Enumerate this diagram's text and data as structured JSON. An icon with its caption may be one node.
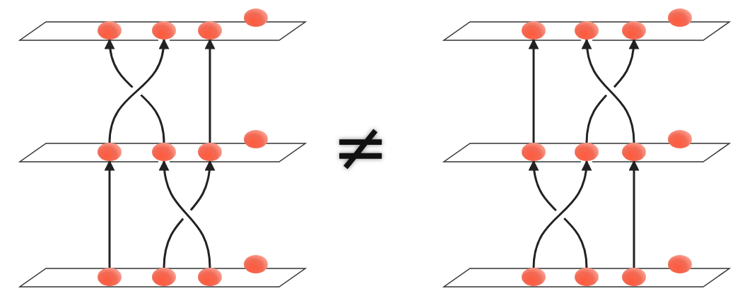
{
  "diagram": {
    "nodes": [
      {
        "text": [],
        "shape": "circle"
      },
      {
        "text": [],
        "shape": "circle"
      },
      {
        "text": [],
        "shape": "circle"
      },
      {
        "text": [],
        "shape": "circle"
      },
      {
        "text": [],
        "shape": "circle"
      },
      {
        "text": [],
        "shape": "circle"
      },
      {
        "text": [],
        "shape": "circle"
      },
      {
        "text": [],
        "shape": "circle"
      },
      {
        "text": [],
        "shape": "circle"
      },
      {
        "text": [],
        "shape": "circle"
      },
      {
        "text": [],
        "shape": "circle"
      },
      {
        "text": [],
        "shape": "circle"
      },
      {
        "text": [],
        "shape": "circle"
      },
      {
        "text": [],
        "shape": "circle"
      },
      {
        "text": [],
        "shape": "circle"
      },
      {
        "text": [],
        "shape": "circle"
      },
      {
        "text": [],
        "shape": "circle"
      },
      {
        "text": [],
        "shape": "circle"
      },
      {
        "text": [],
        "shape": "circle"
      },
      {
        "text": [],
        "shape": "circle"
      },
      {
        "text": [],
        "shape": "circle"
      },
      {
        "text": [],
        "shape": "circle"
      },
      {
        "text": [],
        "shape": "circle"
      },
      {
        "text": [],
        "shape": "circle"
      }
    ],
    "edges": [
      {
        "from": 8,
        "to": 4,
        "arrow": "to"
      },
      {
        "from": 10,
        "to": 5,
        "arrow": "to"
      },
      {
        "from": 9,
        "to": 6,
        "arrow": "to"
      },
      {
        "from": 4,
        "to": 1,
        "arrow": "to"
      },
      {
        "from": 5,
        "to": 0,
        "arrow": "to"
      },
      {
        "from": 6,
        "to": 2,
        "arrow": "to"
      },
      {
        "from": 20,
        "to": 17,
        "arrow": "to"
      },
      {
        "from": 21,
        "to": 16,
        "arrow": "to"
      },
      {
        "from": 22,
        "to": 18,
        "arrow": "to"
      },
      {
        "from": 16,
        "to": 12,
        "arrow": "to"
      },
      {
        "from": 18,
        "to": 13,
        "arrow": "to"
      },
      {
        "from": 17,
        "to": 14,
        "arrow": "to"
      }
    ],
    "labels": [
      "≠"
    ]
  }
}
